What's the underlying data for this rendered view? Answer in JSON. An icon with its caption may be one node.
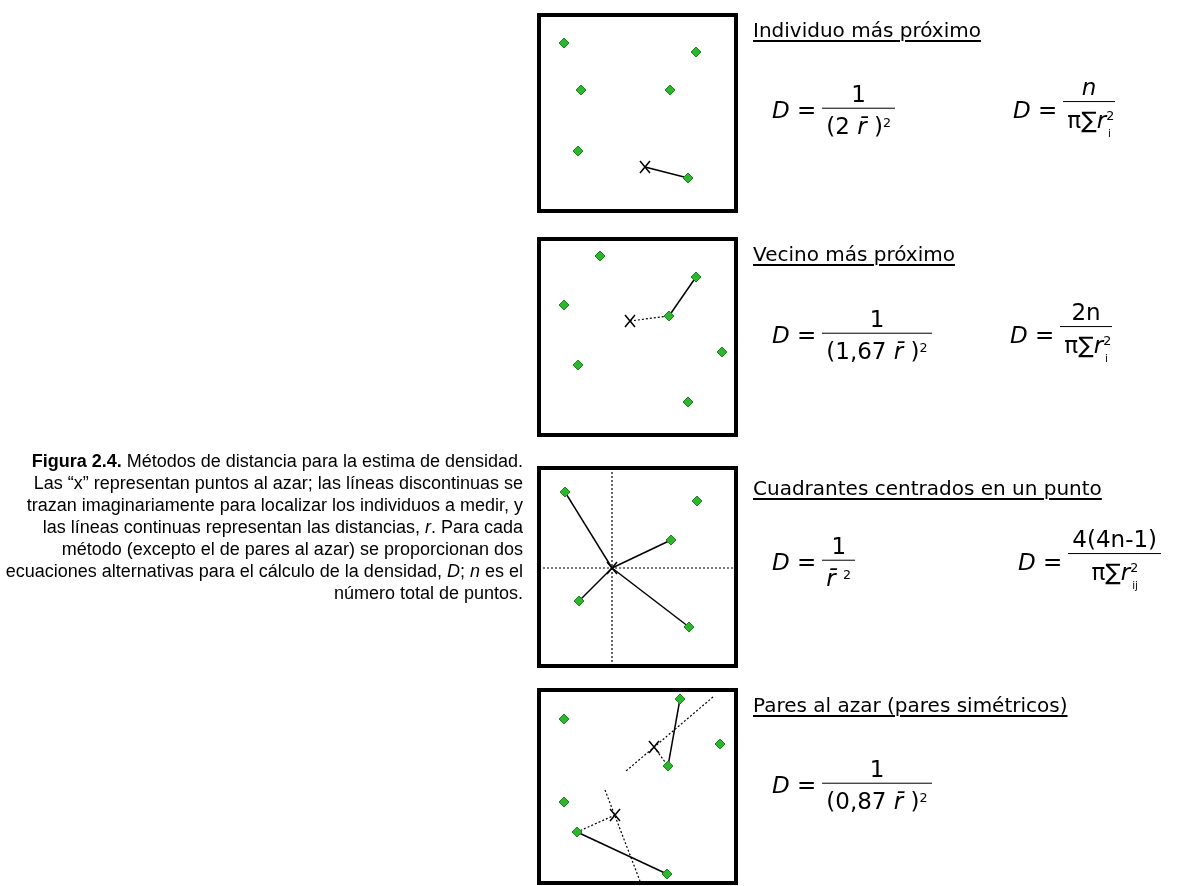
{
  "diagram": {
    "caption": "**Figura 2.4.** Métodos de distancia para la estima de densidad. Las “x” representan puntos al azar; las líneas discontinuas se trazan imaginariamente para localizar los individuos a medir, y las líneas continuas representan las distancias, *r*. Para cada método (excepto el de pares al azar) se proporcionan dos ecuaciones alternativas para el cálculo de la densidad, *D*; *n* es el número total de puntos.",
    "labels": [
      "Individuo más próximo",
      "*D* =",
      "1",
      "(2 *r̄* )$^{2}$",
      "*D* =",
      "*n*",
      "π∑*r*$^{2}$$_{i}$",
      "Vecino más próximo",
      "*D* =",
      "1",
      "(1,67 *r̄* )$^{2}$",
      "*D* =",
      "2n",
      "π∑*r*$^{2}$$_{i}$",
      "Cuadrantes centrados en un punto",
      "*D* =",
      "1",
      "*r̄* $^{2}$",
      "*D* =",
      "4(4n-1)",
      "π∑*r*$^{2}$$_{ij}$",
      "Pares al azar (pares simétricos)",
      "*D* =",
      "1",
      "(0,87 *r̄* )$^{2}$"
    ]
  }
}
